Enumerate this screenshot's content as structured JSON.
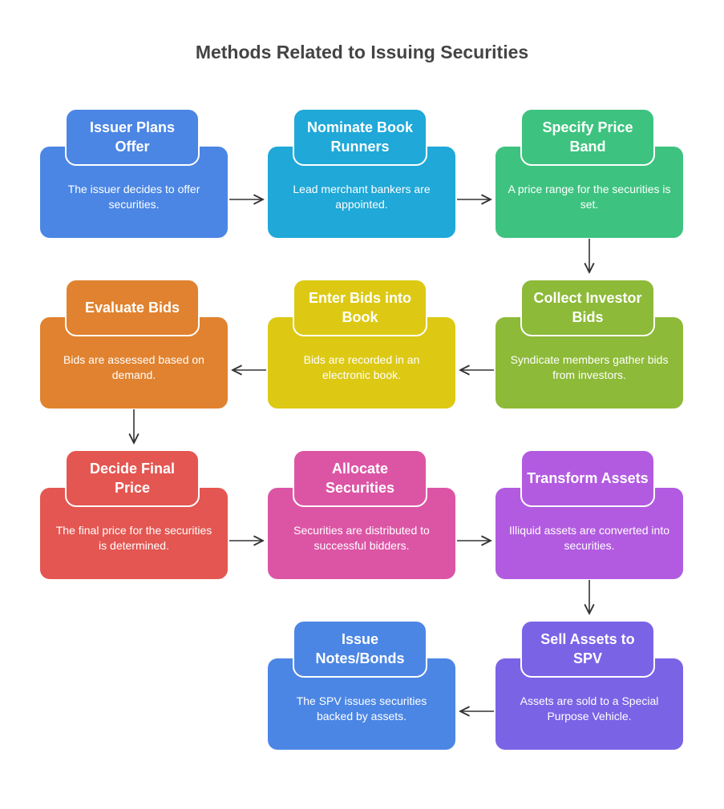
{
  "title": "Methods Related to Issuing Securities",
  "steps": [
    {
      "title": "Issuer Plans Offer",
      "desc": "The issuer decides to offer securities.",
      "color": "#4B86E4"
    },
    {
      "title": "Nominate Book Runners",
      "desc": "Lead merchant bankers are appointed.",
      "color": "#1FA8D8"
    },
    {
      "title": "Specify Price Band",
      "desc": "A price range for the securities is set.",
      "color": "#3DC37F"
    },
    {
      "title": "Collect Investor Bids",
      "desc": "Syndicate members gather bids from investors.",
      "color": "#8DBA38"
    },
    {
      "title": "Enter Bids into Book",
      "desc": "Bids are recorded in an electronic book.",
      "color": "#DDC914"
    },
    {
      "title": "Evaluate Bids",
      "desc": "Bids are assessed based on demand.",
      "color": "#E0822F"
    },
    {
      "title": "Decide Final Price",
      "desc": "The final price for the securities is determined.",
      "color": "#E45651"
    },
    {
      "title": "Allocate Securities",
      "desc": "Securities are distributed to successful bidders.",
      "color": "#DC55A5"
    },
    {
      "title": "Transform Assets",
      "desc": "Illiquid assets are converted into securities.",
      "color": "#B25BE0"
    },
    {
      "title": "Sell Assets to SPV",
      "desc": "Assets are sold to a Special Purpose Vehicle.",
      "color": "#7B63E6"
    },
    {
      "title": "Issue Notes/Bonds",
      "desc": "The SPV issues securities backed by assets.",
      "color": "#4B86E4"
    }
  ],
  "connector_color": "#333333"
}
